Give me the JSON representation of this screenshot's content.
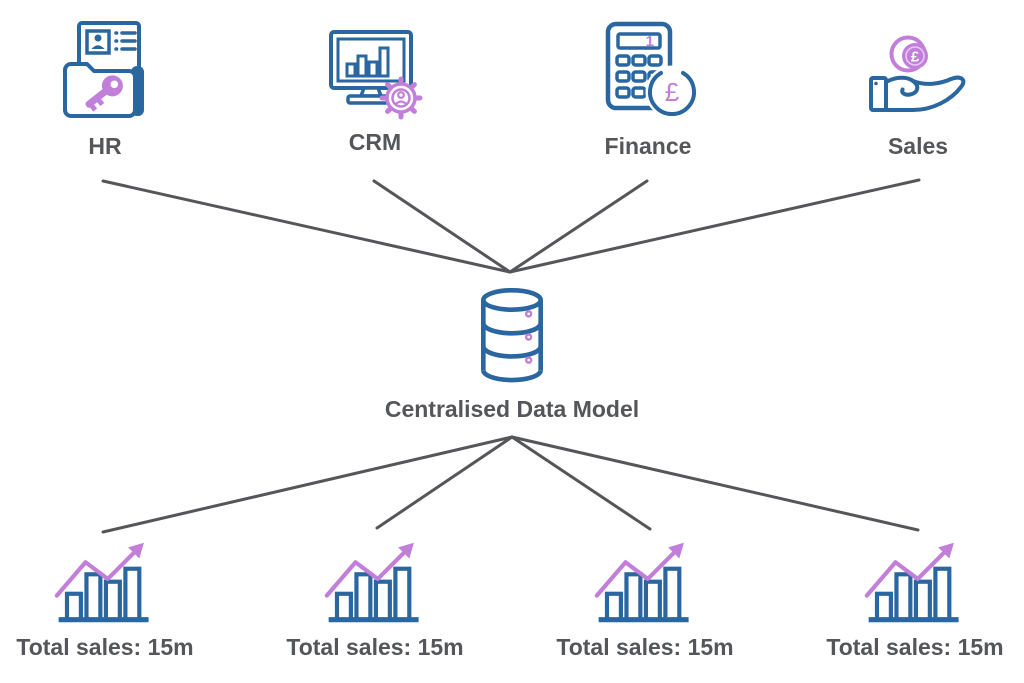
{
  "sources": [
    {
      "label": "HR"
    },
    {
      "label": "CRM"
    },
    {
      "label": "Finance"
    },
    {
      "label": "Sales"
    }
  ],
  "center": {
    "label": "Centralised Data Model"
  },
  "outputs": [
    {
      "label": "Total sales: 15m"
    },
    {
      "label": "Total sales: 15m"
    },
    {
      "label": "Total sales: 15m"
    },
    {
      "label": "Total sales: 15m"
    }
  ],
  "icon_glyphs": {
    "currency": "£",
    "calculator_digit": "1"
  },
  "colors": {
    "blue": "#2A669F",
    "purple": "#C27FD9",
    "connector_gray": "#55565A",
    "text_gray": "#54565A"
  }
}
